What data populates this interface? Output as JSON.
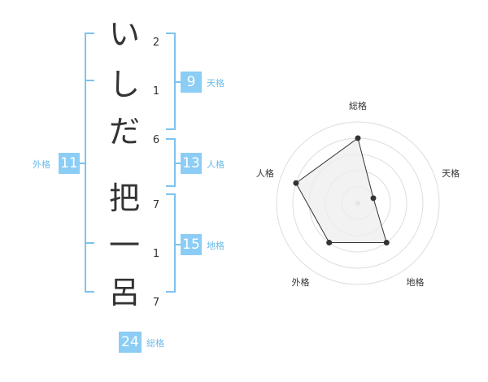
{
  "name": {
    "chars": [
      "い",
      "し",
      "だ",
      "把",
      "一",
      "呂"
    ],
    "strokes": [
      "2",
      "1",
      "6",
      "7",
      "1",
      "7"
    ]
  },
  "fortune": {
    "tenkaku": {
      "value": "9",
      "label": "天格"
    },
    "jinkaku": {
      "value": "13",
      "label": "人格"
    },
    "chikaku": {
      "value": "15",
      "label": "地格"
    },
    "gaikaku": {
      "value": "11",
      "label": "外格"
    },
    "soukaku": {
      "value": "24",
      "label": "総格"
    }
  },
  "radar": {
    "axes": [
      "総格",
      "天格",
      "地格",
      "外格",
      "人格"
    ],
    "values": [
      4,
      1,
      3,
      3,
      4
    ],
    "max": 5,
    "colors": {
      "grid": "#dddddd",
      "fill": "#eeeeee",
      "line": "#333333",
      "center": "#cccccc"
    }
  }
}
